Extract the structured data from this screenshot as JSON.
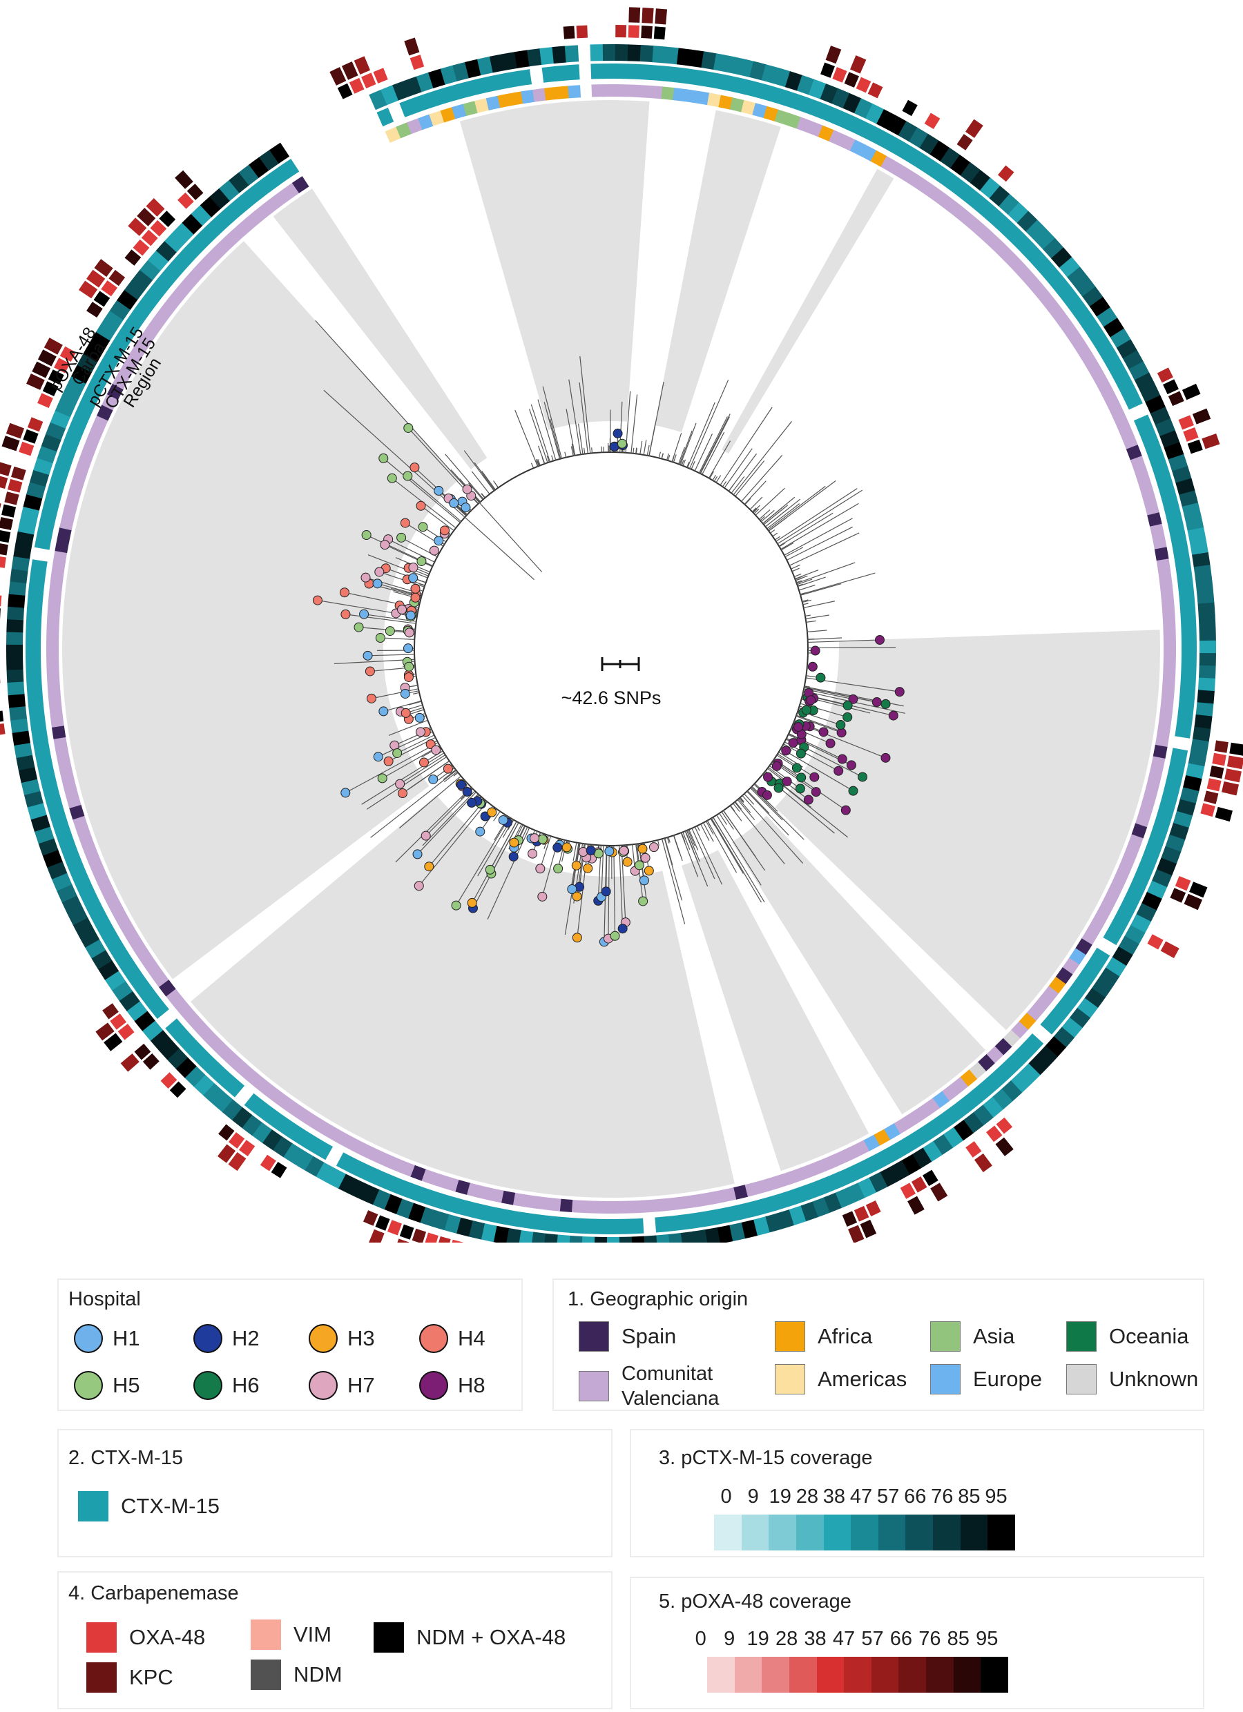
{
  "tree": {
    "scale_label": "~42.6 SNPs",
    "ring_labels": [
      "pOXA-48",
      "Carba",
      "pCTX-M-15",
      "CTX-M-15",
      "Region"
    ]
  },
  "legends": {
    "hospital": {
      "title": "Hospital",
      "items": [
        {
          "label": "H1",
          "color": "#6fb1ea"
        },
        {
          "label": "H2",
          "color": "#1f3c9c"
        },
        {
          "label": "H3",
          "color": "#f5a623"
        },
        {
          "label": "H4",
          "color": "#ef7a6c"
        },
        {
          "label": "H5",
          "color": "#96c97f"
        },
        {
          "label": "H6",
          "color": "#157a4a"
        },
        {
          "label": "H7",
          "color": "#dfa6c0"
        },
        {
          "label": "H8",
          "color": "#7b1e74"
        }
      ]
    },
    "geo": {
      "title": "1. Geographic  origin",
      "items": [
        {
          "label": "Spain",
          "color": "#3b2559"
        },
        {
          "label": "Africa",
          "color": "#f5a30a"
        },
        {
          "label": "Asia",
          "color": "#93c47d"
        },
        {
          "label": "Oceania",
          "color": "#0f7a48"
        },
        {
          "label": "Comunitat Valenciana",
          "color": "#c4a9d4"
        },
        {
          "label": "Americas",
          "color": "#fbe0a0"
        },
        {
          "label": "Europe",
          "color": "#6cb3f0"
        },
        {
          "label": "Unknown",
          "color": "#d6d6d6"
        }
      ]
    },
    "ctx": {
      "title": "2. CTX-M-15",
      "items": [
        {
          "label": "CTX-M-15",
          "color": "#1e9fad"
        }
      ]
    },
    "pctx": {
      "title": "3. pCTX-M-15 coverage",
      "ticks": [
        "0",
        "9",
        "19",
        "28",
        "38",
        "47",
        "57",
        "66",
        "76",
        "85",
        "95"
      ],
      "colors": [
        "#d4eef2",
        "#a9dde4",
        "#7fcbd5",
        "#52b8c4",
        "#24a5b4",
        "#1a8a97",
        "#136e79",
        "#0d525b",
        "#08373d",
        "#041c20",
        "#000000"
      ]
    },
    "carba": {
      "title": "4. Carbapenemase",
      "items": [
        {
          "label": "OXA-48",
          "color": "#e03a3a"
        },
        {
          "label": "KPC",
          "color": "#6a1414"
        },
        {
          "label": "VIM",
          "color": "#f8a99a"
        },
        {
          "label": "NDM",
          "color": "#525252"
        },
        {
          "label": "NDM + OXA-48",
          "color": "#000000"
        }
      ]
    },
    "poxa": {
      "title": "5. pOXA-48 coverage",
      "ticks": [
        "0",
        "9",
        "19",
        "28",
        "38",
        "47",
        "57",
        "66",
        "76",
        "85",
        "95"
      ],
      "colors": [
        "#f7d2d2",
        "#f0aaaa",
        "#e88282",
        "#e05a5a",
        "#d83030",
        "#b82626",
        "#961c1c",
        "#731414",
        "#4f0d0d",
        "#2a0606",
        "#000000"
      ]
    }
  }
}
